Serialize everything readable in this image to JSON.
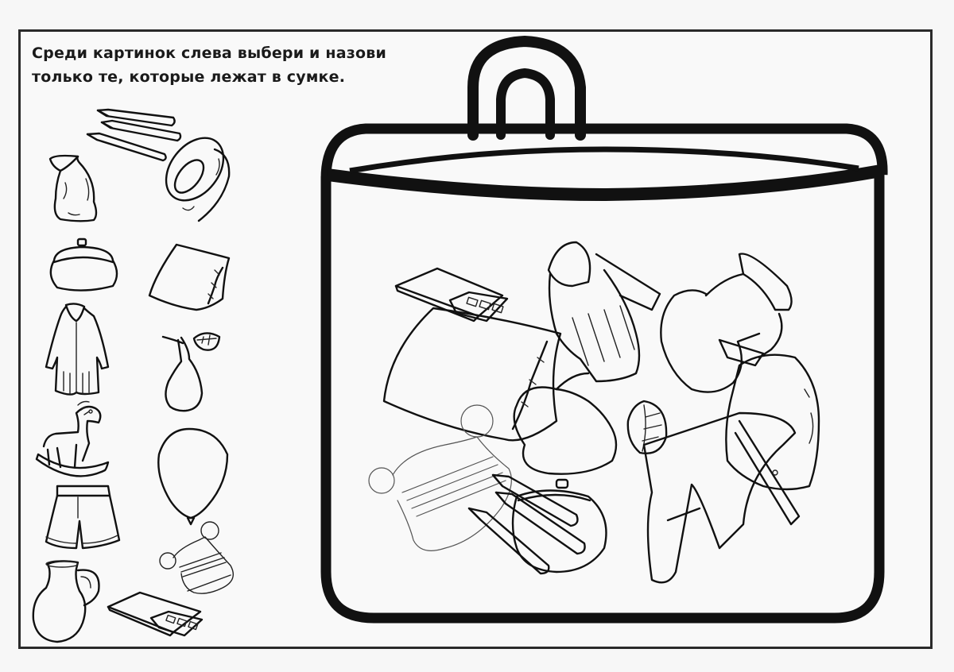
{
  "worksheet": {
    "instructions": {
      "line1": "Среди картинок слева выбери и назови",
      "line2": "только те, которые лежат в сумке."
    },
    "colors": {
      "background": "#f7f7f7",
      "ink": "#111111",
      "frame": "#2a2a2a"
    },
    "left_items": [
      {
        "id": "pencils",
        "icon": "pencils-icon"
      },
      {
        "id": "sack",
        "icon": "sack-icon"
      },
      {
        "id": "tape-roll",
        "icon": "tape-roll-icon"
      },
      {
        "id": "purse",
        "icon": "purse-icon"
      },
      {
        "id": "pillow",
        "icon": "pillow-icon"
      },
      {
        "id": "coat",
        "icon": "coat-icon"
      },
      {
        "id": "pear",
        "icon": "pear-icon"
      },
      {
        "id": "rocking-horse",
        "icon": "rocking-horse-icon"
      },
      {
        "id": "balloon",
        "icon": "balloon-icon"
      },
      {
        "id": "shorts",
        "icon": "shorts-icon"
      },
      {
        "id": "winter-hat",
        "icon": "winter-hat-icon"
      },
      {
        "id": "jug",
        "icon": "jug-icon"
      },
      {
        "id": "chocolate-bar",
        "icon": "chocolate-bar-icon"
      }
    ],
    "bag_contents": [
      {
        "id": "chocolate-bar",
        "icon": "chocolate-bar-icon"
      },
      {
        "id": "pillow",
        "icon": "pillow-icon"
      },
      {
        "id": "gloves",
        "icon": "gloves-icon"
      },
      {
        "id": "jug",
        "icon": "jug-icon"
      },
      {
        "id": "pear",
        "icon": "pear-icon"
      },
      {
        "id": "leaf",
        "icon": "leaf-icon"
      },
      {
        "id": "sack",
        "icon": "sack-icon"
      },
      {
        "id": "winter-hat",
        "icon": "winter-hat-icon"
      },
      {
        "id": "pencils",
        "icon": "pencils-icon"
      },
      {
        "id": "purse",
        "icon": "purse-icon"
      },
      {
        "id": "shorts",
        "icon": "shorts-icon"
      }
    ]
  }
}
